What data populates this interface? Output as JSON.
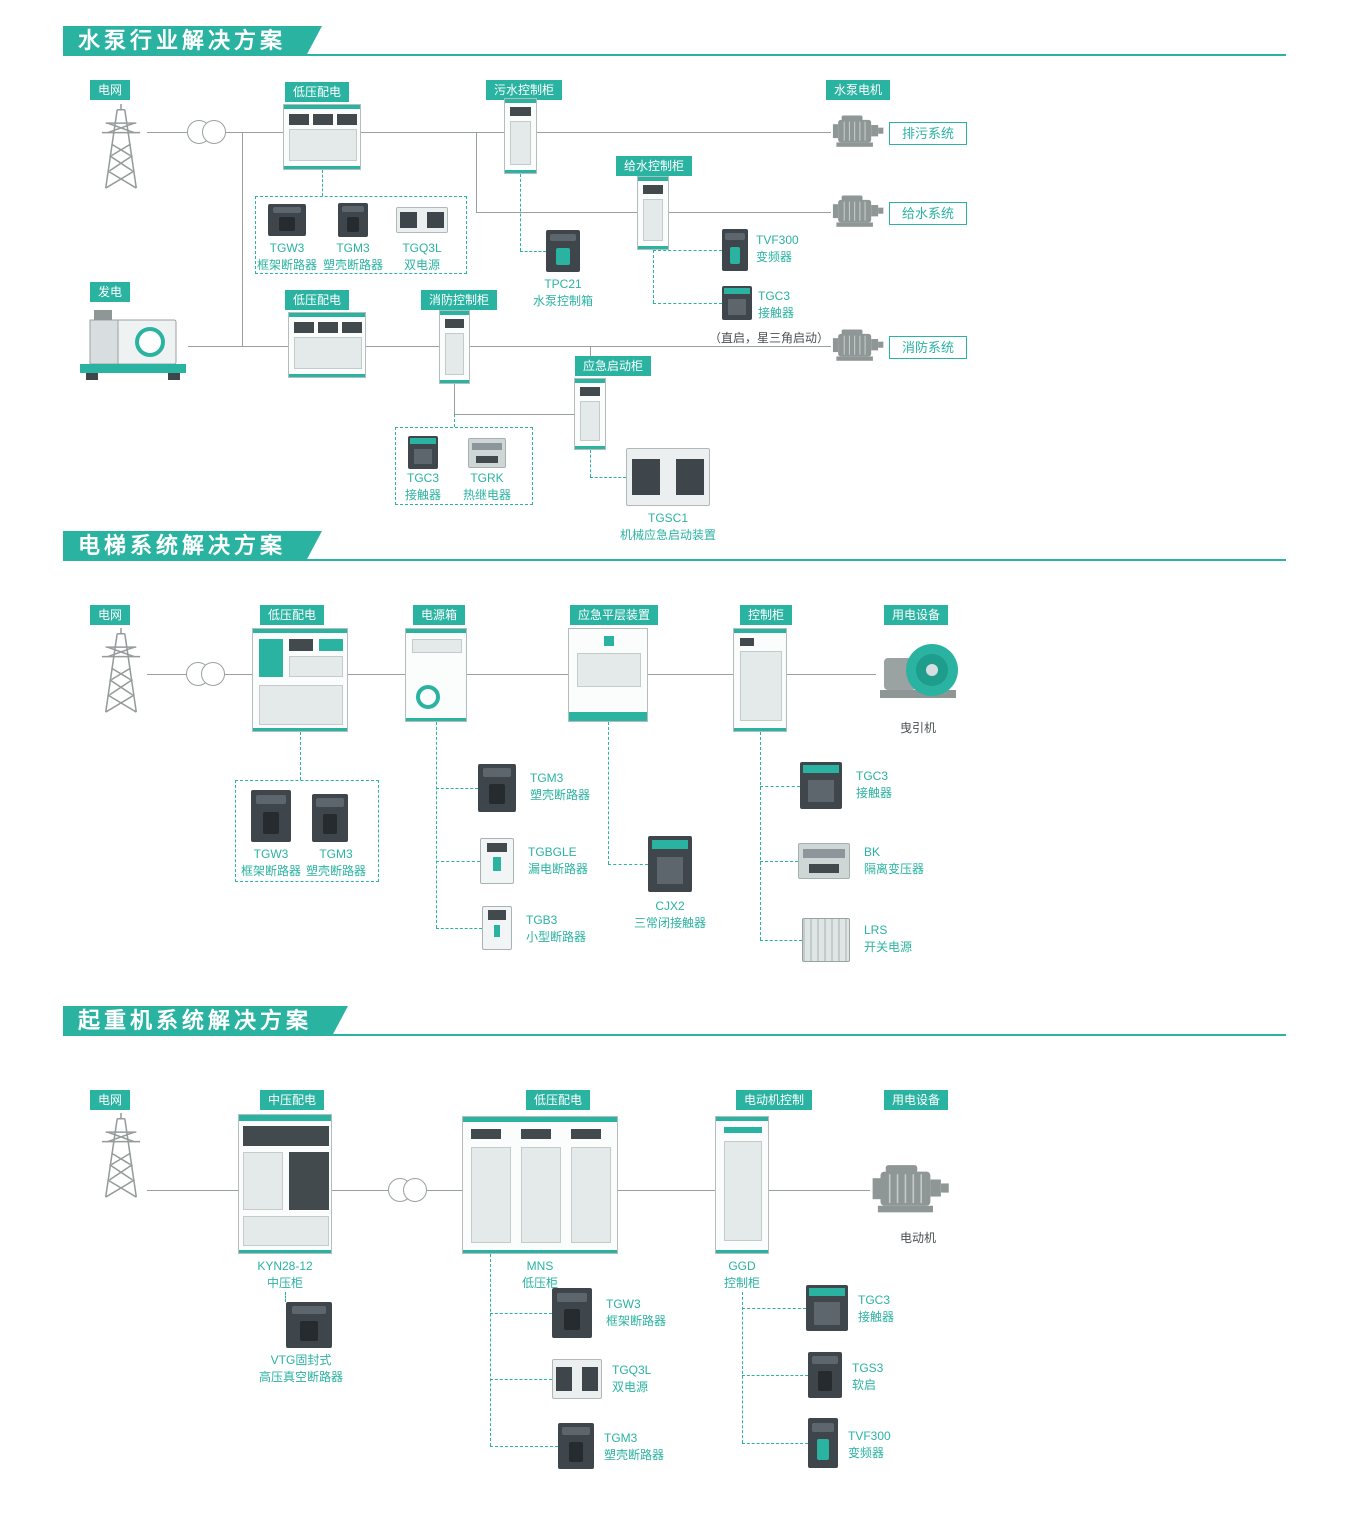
{
  "colors": {
    "accent": "#2bb3a2",
    "connector": "#9aa0a0",
    "note_ink": "#4a5054"
  },
  "icons": {
    "transmission-tower": "gray lattice tower line art",
    "transformer": "two overlapping circles",
    "motor": "gray motor silhouette",
    "generator": "genset with teal base",
    "traction-machine": "teal sheave with gray body"
  },
  "s1": {
    "title": "水泵行业解决方案",
    "tags": {
      "grid": "电网",
      "lv1": "低压配电",
      "sewage": "污水控制柜",
      "pump_motor": "水泵电机",
      "water": "给水控制柜",
      "gen": "发电",
      "lv2": "低压配电",
      "fire": "消防控制柜",
      "emergency": "应急启动柜"
    },
    "systems": {
      "sewage": "排污系统",
      "water": "给水系统",
      "fire": "消防系统"
    },
    "note_start_mode": "（直启，星三角启动）",
    "products": {
      "tgw3": {
        "name": "TGW3",
        "desc": "框架断路器"
      },
      "tgm3": {
        "name": "TGM3",
        "desc": "塑壳断路器"
      },
      "tgq3l": {
        "name": "TGQ3L",
        "desc": "双电源"
      },
      "tpc21": {
        "name": "TPC21",
        "desc": "水泵控制箱"
      },
      "tvf300": {
        "name": "TVF300",
        "desc": "变频器"
      },
      "tgc3_start": {
        "name": "TGC3",
        "desc": "接触器"
      },
      "tgc3_fire": {
        "name": "TGC3",
        "desc": "接触器"
      },
      "tgrk": {
        "name": "TGRK",
        "desc": "热继电器"
      },
      "tgsc1": {
        "name": "TGSC1",
        "desc": "机械应急启动装置"
      }
    }
  },
  "s2": {
    "title": "电梯系统解决方案",
    "tags": {
      "grid": "电网",
      "lv": "低压配电",
      "power_box": "电源箱",
      "leveling": "应急平层装置",
      "control": "控制柜",
      "equipment": "用电设备"
    },
    "device_traction": "曳引机",
    "products": {
      "tgw3": {
        "name": "TGW3",
        "desc": "框架断路器"
      },
      "tgm3_dist": {
        "name": "TGM3",
        "desc": "塑壳断路器"
      },
      "tgm3_box": {
        "name": "TGM3",
        "desc": "塑壳断路器"
      },
      "tgbgle": {
        "name": "TGBGLE",
        "desc": "漏电断路器"
      },
      "tgb3": {
        "name": "TGB3",
        "desc": "小型断路器"
      },
      "cjx2": {
        "name": "CJX2",
        "desc": "三常闭接触器"
      },
      "tgc3": {
        "name": "TGC3",
        "desc": "接触器"
      },
      "bk": {
        "name": "BK",
        "desc": "隔离变压器"
      },
      "lrs": {
        "name": "LRS",
        "desc": "开关电源"
      }
    }
  },
  "s3": {
    "title": "起重机系统解决方案",
    "tags": {
      "grid": "电网",
      "mv": "中压配电",
      "lv": "低压配电",
      "motor_control": "电动机控制",
      "equipment": "用电设备"
    },
    "cabinets": {
      "kyn": {
        "name": "KYN28-12",
        "desc": "中压柜"
      },
      "mns": {
        "name": "MNS",
        "desc": "低压柜"
      },
      "ggd": {
        "name": "GGD",
        "desc": "控制柜"
      }
    },
    "device_motor": "电动机",
    "products": {
      "vtg": {
        "name": "VTG固封式",
        "desc": "高压真空断路器"
      },
      "tgw3": {
        "name": "TGW3",
        "desc": "框架断路器"
      },
      "tgq3l": {
        "name": "TGQ3L",
        "desc": "双电源"
      },
      "tgm3": {
        "name": "TGM3",
        "desc": "塑壳断路器"
      },
      "tgc3": {
        "name": "TGC3",
        "desc": "接触器"
      },
      "tgs3": {
        "name": "TGS3",
        "desc": "软启"
      },
      "tvf300": {
        "name": "TVF300",
        "desc": "变频器"
      }
    }
  }
}
